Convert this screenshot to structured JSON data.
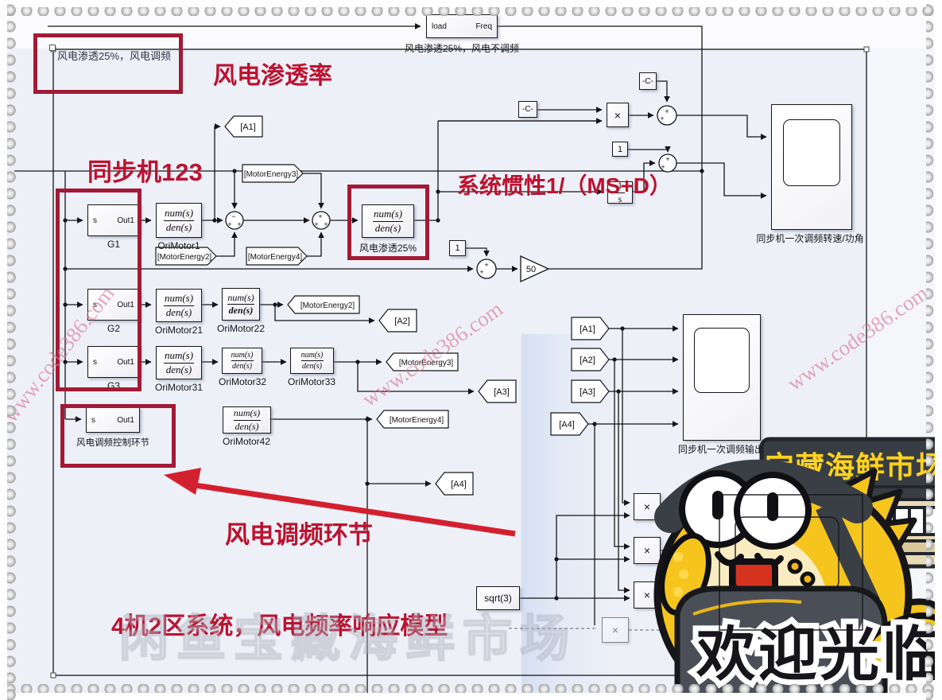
{
  "annotations": {
    "box1_label": "风电渗透25%，风电调频",
    "penetration_title": "风电渗透率",
    "sync_machines": "同步机123",
    "system_inertia": "系统惯性1/（MS+D）",
    "wind_fm_link": "风电调频环节",
    "bottom_caption": "4机2区系统，风电频率响应模型"
  },
  "top": {
    "load": "load",
    "freq": "Freq",
    "caption": "风电渗透25%，风电不调频"
  },
  "ports": {
    "in": "s",
    "out": "Out1"
  },
  "machines": {
    "g1": "G1",
    "g2": "G2",
    "g3": "G3",
    "g4_label": "风电调频控制环节"
  },
  "tf": {
    "num": "num(s)",
    "den": "den(s)"
  },
  "tf_labels": {
    "om1": "OriMotor1",
    "om21": "OriMotor21",
    "om22": "OriMotor22",
    "om31": "OriMotor31",
    "om32": "OriMotor32",
    "om33": "OriMotor33",
    "om42": "OriMotor42",
    "wind": "风电渗透25%"
  },
  "integrator": {
    "num": "1",
    "den": "s"
  },
  "constants": {
    "c": "-C-",
    "one": "1",
    "gain": "50",
    "sqrt": "sqrt(3)"
  },
  "ops": {
    "times": "×",
    "plus": "+",
    "minus": "−"
  },
  "tags": {
    "a1": "[A1]",
    "a2": "[A2]",
    "a3": "[A3]",
    "a4": "[A4]",
    "me2": "[MotorEnergy2]",
    "me3": "[MotorEnergy3]",
    "me4": "[MotorEnergy4]"
  },
  "scopes": {
    "scope1": "同步机一次调频转速/功角",
    "scope2": "同步机一次调频输出"
  },
  "watermark": {
    "site": "www.code386.com",
    "color": "#d9728f"
  },
  "ghost": {
    "text": "闲鱼宝藏海鲜市场"
  },
  "overlay": {
    "shop_sign": "宝藏海鲜市场",
    "welcome": "欢迎光临"
  },
  "colors": {
    "annotation_red": "#bc1230",
    "box_red": "#a21a35",
    "arrow_red": "#d3202f",
    "mascot_yellow": "#f6c51d",
    "sign_dark": "#383d44",
    "band_blue": "#cbdaf0"
  }
}
